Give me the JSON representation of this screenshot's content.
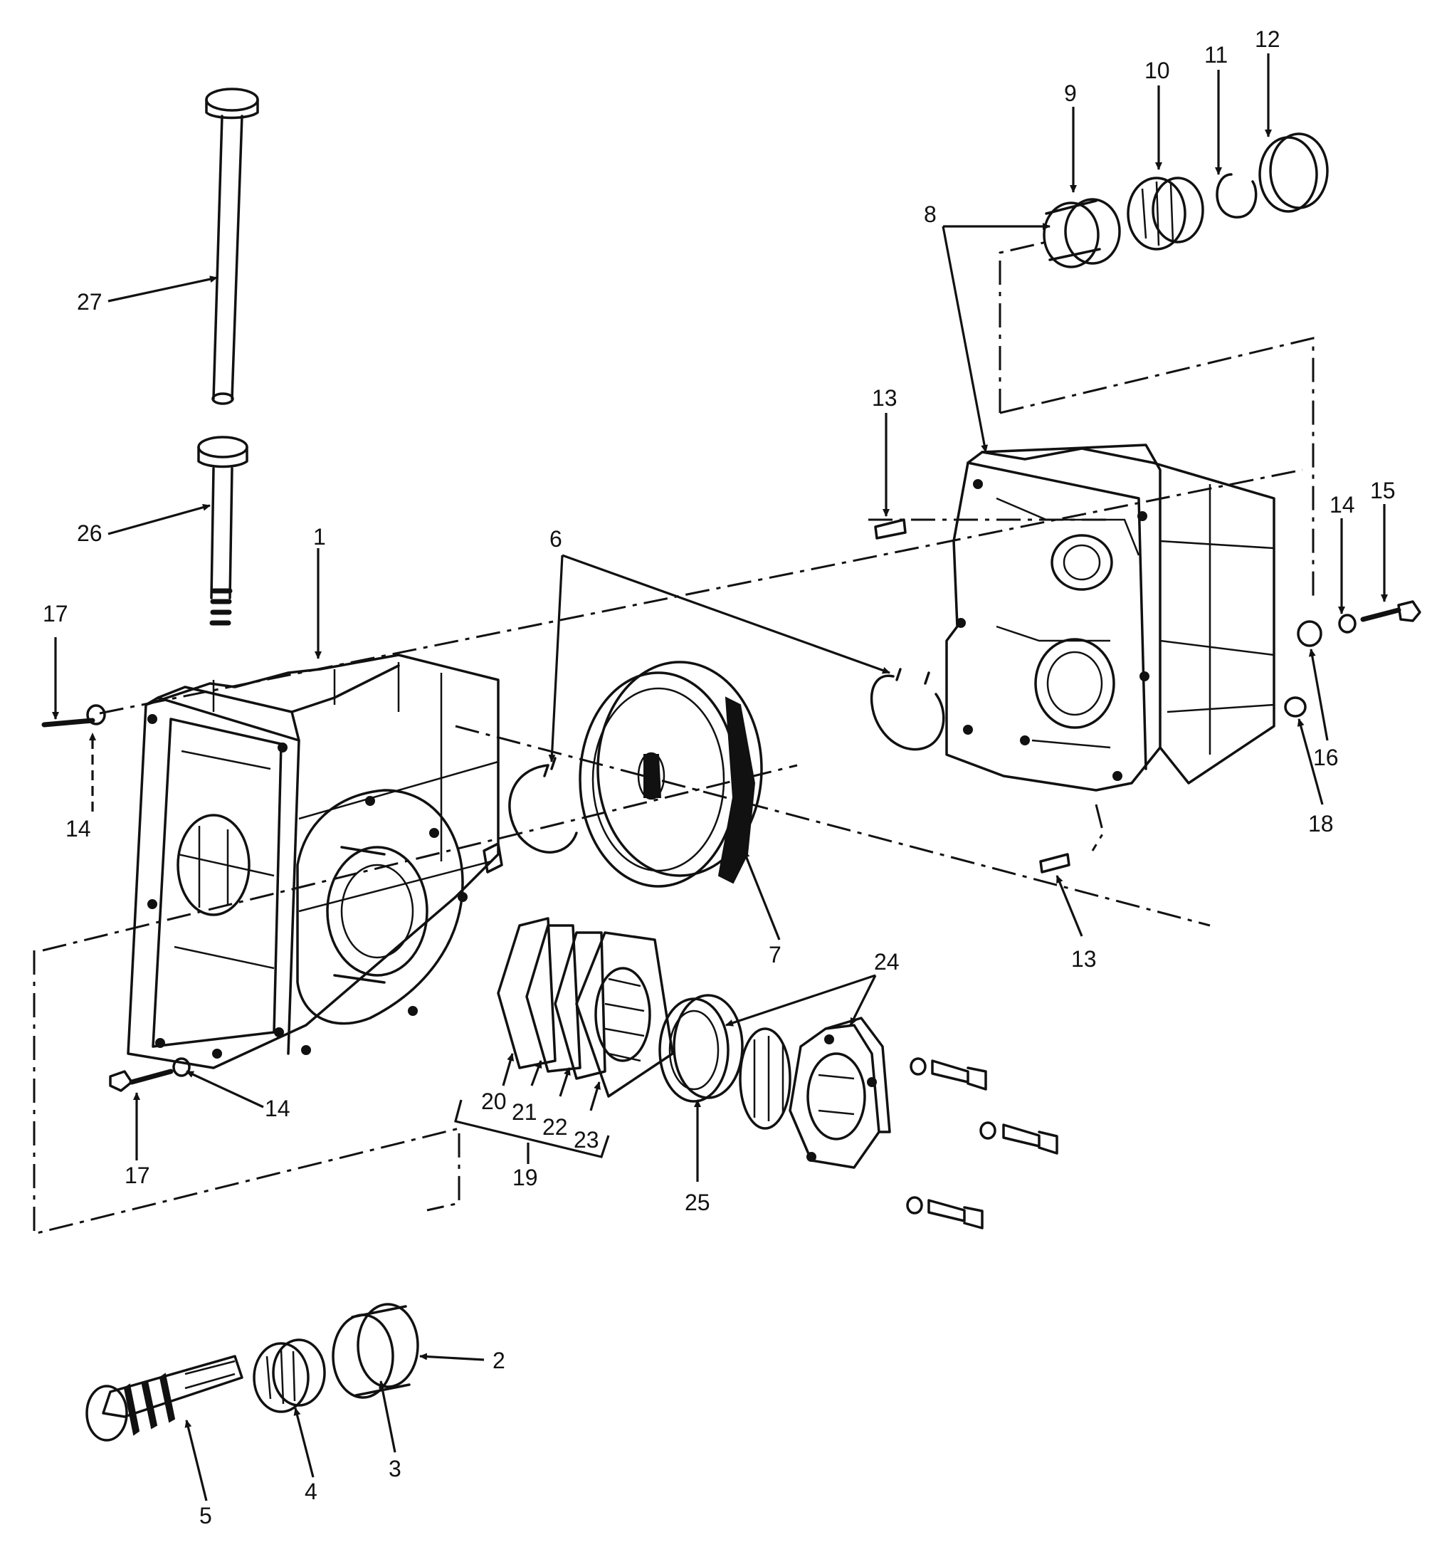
{
  "callouts": [
    "1",
    "2",
    "3",
    "4",
    "5",
    "6",
    "7",
    "8",
    "9",
    "10",
    "11",
    "12",
    "13",
    "14",
    "15",
    "16",
    "17",
    "18",
    "19",
    "20",
    "21",
    "22",
    "23",
    "24",
    "25",
    "26",
    "27"
  ],
  "callouts_repeated": {
    "part_13_second": "13",
    "part_14_left_top": "14",
    "part_14_left_bottom": "14",
    "part_17_bottom": "17"
  },
  "colors": {
    "ink": "#111111",
    "paper": "#ffffff"
  }
}
